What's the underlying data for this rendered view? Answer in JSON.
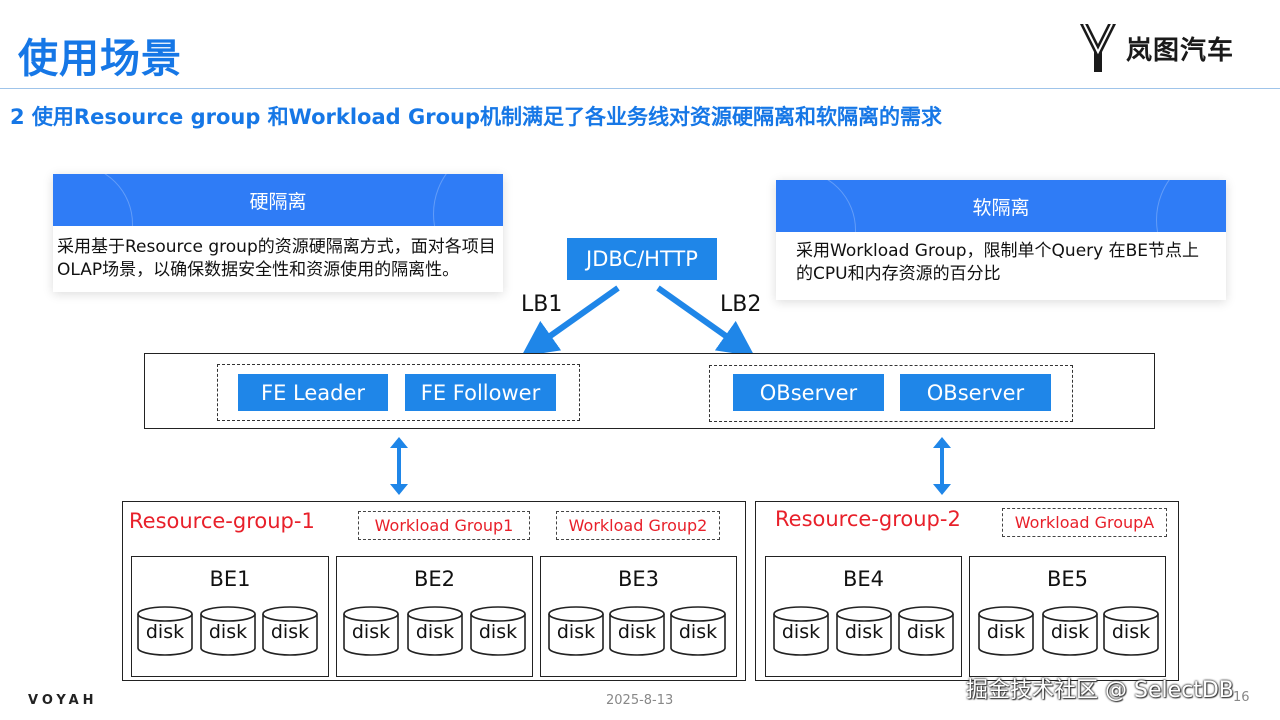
{
  "header": {
    "title": "使用场景",
    "subtitle": "2 使用Resource group 和Workload Group机制满足了各业务线对资源硬隔离和软隔离的需求",
    "brand_name": "岚图汽车"
  },
  "cards": {
    "hard": {
      "title": "硬隔离",
      "body": "采用基于Resource group的资源硬隔离方式，面对各项目OLAP场景，以确保数据安全性和资源使用的隔离性。"
    },
    "soft": {
      "title": "软隔离",
      "body": "采用Workload Group，限制单个Query 在BE节点上的CPU和内存资源的百分比"
    }
  },
  "entry": {
    "label": "JDBC/HTTP",
    "lb1": "LB1",
    "lb2": "LB2"
  },
  "frontend": {
    "fe_leader": "FE Leader",
    "fe_follower": "FE Follower",
    "observer1": "OBserver",
    "observer2": "OBserver"
  },
  "groups": [
    {
      "name": "Resource-group-1",
      "workload_groups": [
        "Workload Group1",
        "Workload Group2"
      ],
      "backends": [
        {
          "name": "BE1",
          "disks": [
            "disk",
            "disk",
            "disk"
          ]
        },
        {
          "name": "BE2",
          "disks": [
            "disk",
            "disk",
            "disk"
          ]
        },
        {
          "name": "BE3",
          "disks": [
            "disk",
            "disk",
            "disk"
          ]
        }
      ]
    },
    {
      "name": "Resource-group-2",
      "workload_groups": [
        "Workload GroupA"
      ],
      "backends": [
        {
          "name": "BE4",
          "disks": [
            "disk",
            "disk",
            "disk"
          ]
        },
        {
          "name": "BE5",
          "disks": [
            "disk",
            "disk",
            "disk"
          ]
        }
      ]
    }
  ],
  "footer": {
    "logo_text": "VOYAH",
    "date": "2025-8-13",
    "page_number": "16",
    "watermark": "掘金技术社区 @ SelectDB"
  },
  "colors": {
    "accent": "#1677e6",
    "node": "#1f86e8",
    "card_head": "#2f7cf6",
    "group_label": "#e8202a"
  }
}
